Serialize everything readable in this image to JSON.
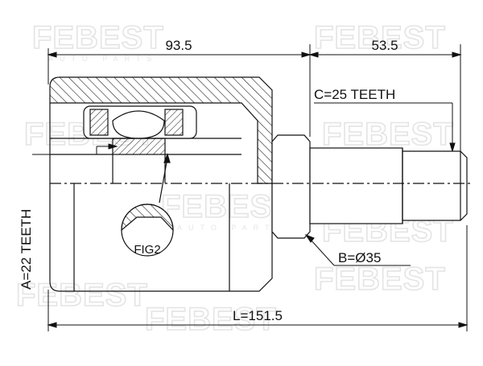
{
  "watermark": {
    "brand": "FEBEST",
    "sub": "AUTO PARTS"
  },
  "dimensions": {
    "body_length": "93.5",
    "shaft_length": "53.5",
    "outer_spline": "C=25 TEETH",
    "inner_spline": "A=22 TEETH",
    "shaft_diameter": "B=Ø35",
    "total_length": "L=151.5"
  },
  "labels": {
    "detail_callout": "FIG2"
  }
}
